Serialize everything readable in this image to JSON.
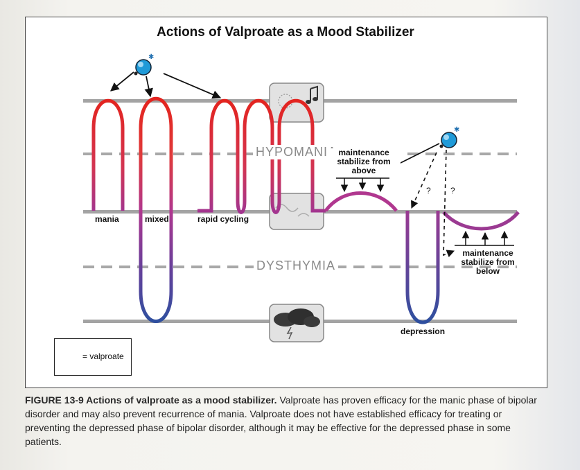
{
  "figure": {
    "title": "Actions of Valproate as a Mood Stabilizer",
    "bands": {
      "hypomania": "HYPOMANIA",
      "dysthymia": "DYSTHYMIA"
    },
    "episode_labels": {
      "mania": "mania",
      "mixed": "mixed",
      "rapid_cycling": "rapid cycling",
      "depression": "depression"
    },
    "maintenance_above": [
      "maintenance",
      "stabilize from",
      "above"
    ],
    "maintenance_below": [
      "maintenance",
      "stabilize from",
      "below"
    ],
    "question_mark": "?",
    "legend": {
      "label": "= valproate",
      "icon": "valproate-molecule-icon"
    },
    "colors": {
      "mania": "#e3241f",
      "mixed": "#b0378f",
      "depression": "#2f4f9f",
      "gray_line": "#9a9a9a"
    }
  },
  "caption": {
    "lead": "FIGURE 13-9  Actions of valproate as a mood stabilizer.",
    "body": " Valproate has proven efficacy for the manic phase of bipolar disorder and may also prevent recurrence of mania. Valproate does not have established efficacy for treating or preventing the depressed phase of bipolar disorder, although it may be effective for the depressed phase in some patients."
  }
}
